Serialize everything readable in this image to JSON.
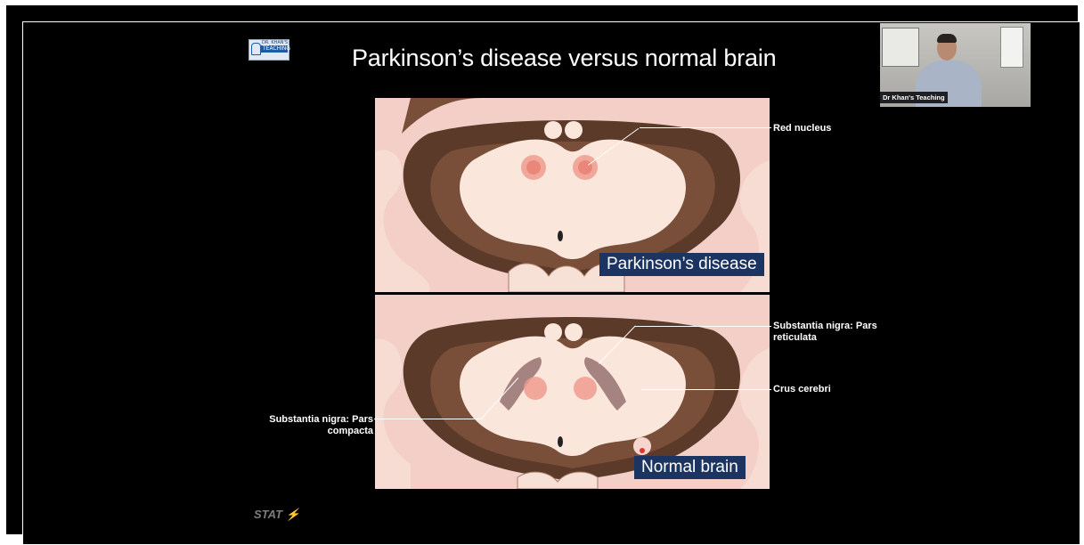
{
  "slide": {
    "title": "Parkinson’s disease versus normal brain",
    "logo": {
      "line1": "DR. KHAN'S",
      "line2": "TEACHING"
    }
  },
  "panels": {
    "top_label": "Parkinson’s disease",
    "bottom_label": "Normal brain"
  },
  "annotations": {
    "red_nucleus": "Red nucleus",
    "pars_reticulata": "Substantia nigra: Pars reticulata",
    "crus_cerebri": "Crus cerebri",
    "pars_compacta": "Substantia nigra: Pars compacta"
  },
  "webcam": {
    "caption": "Dr Khan's Teaching"
  },
  "footer": {
    "watermark": "STAT ⚡"
  },
  "colors": {
    "tissue": "#f3cfc7",
    "midbrain": "#fbe6dc",
    "dark_fold": "#5b3a2a",
    "red_nucleus": "#ef9b8e",
    "nigra_pigment": "#9b7877",
    "label_bg": "#1b3461"
  }
}
